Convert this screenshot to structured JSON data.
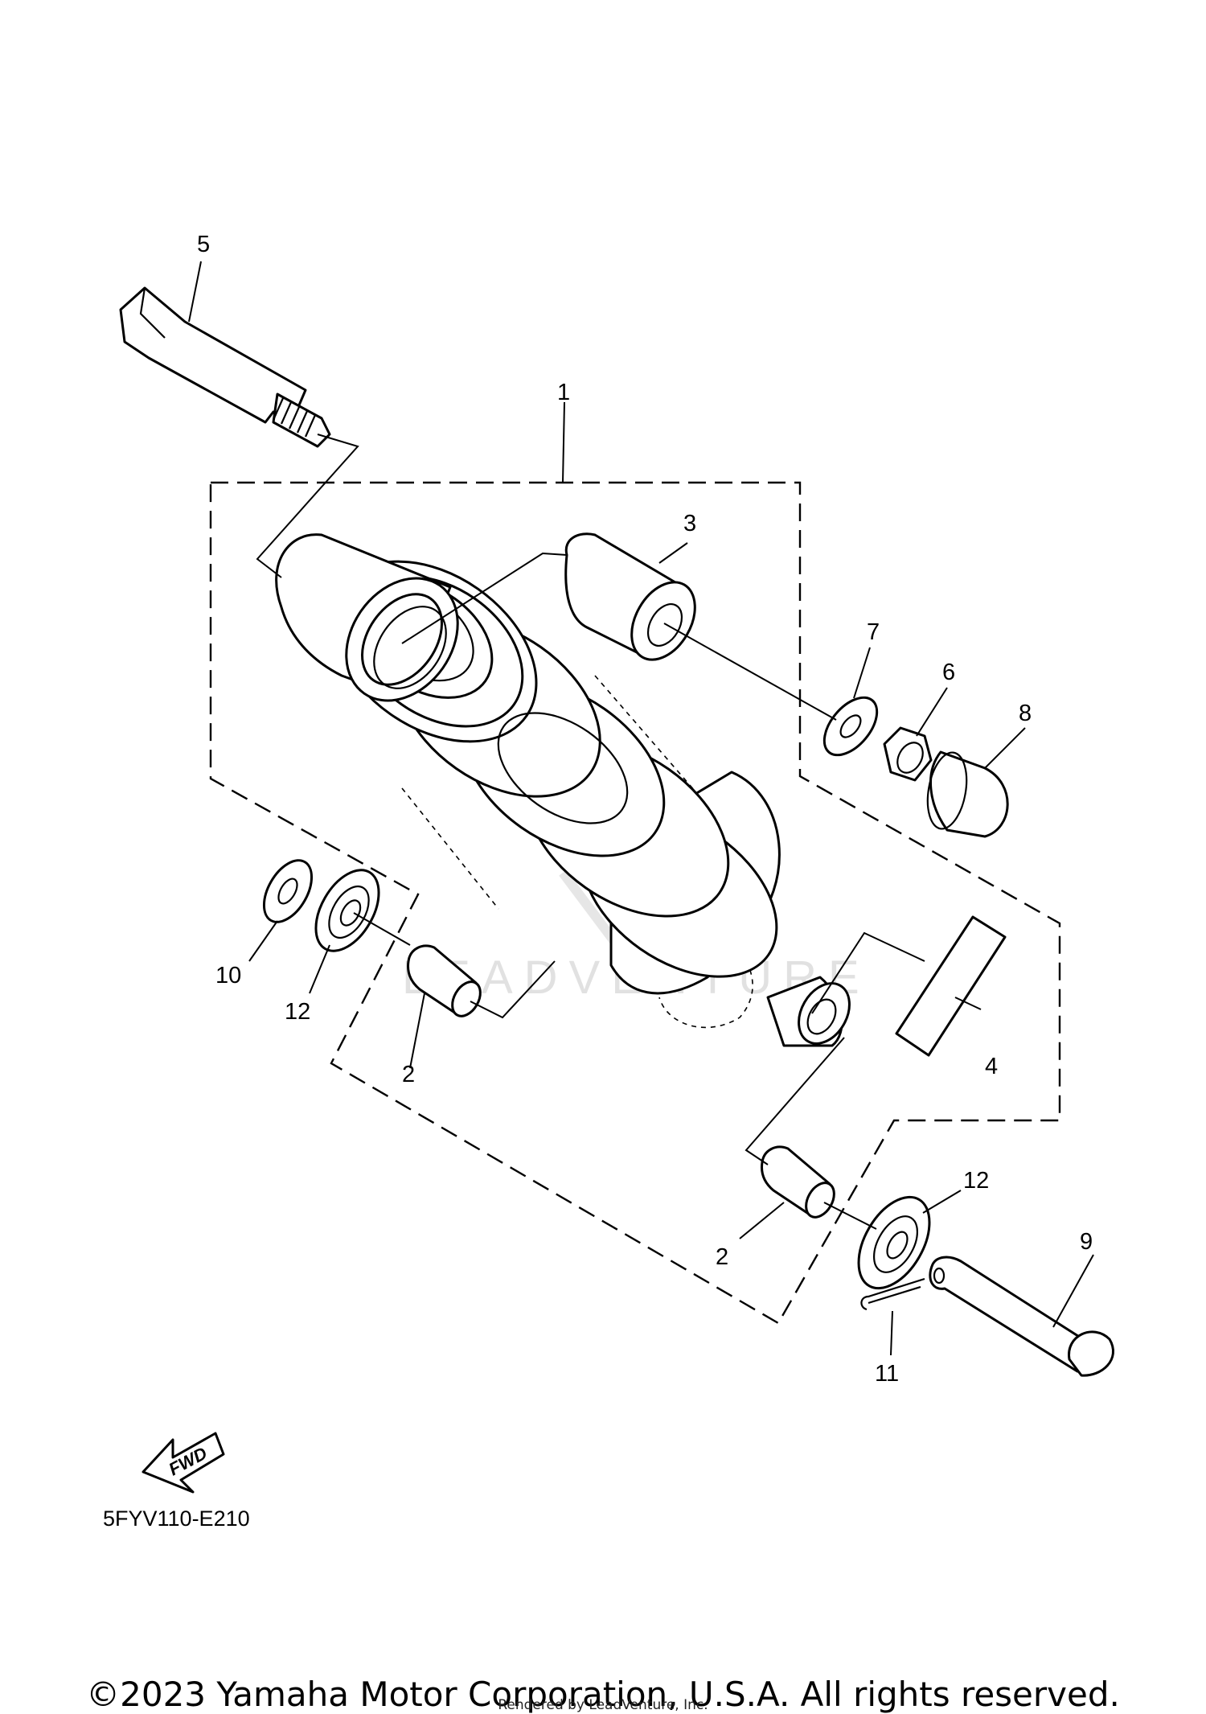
{
  "diagram": {
    "callouts": {
      "c1": "1",
      "c2a": "2",
      "c2b": "2",
      "c3": "3",
      "c4": "4",
      "c5": "5",
      "c6": "6",
      "c7": "7",
      "c8": "8",
      "c9": "9",
      "c10": "10",
      "c11": "11",
      "c12a": "12",
      "c12b": "12"
    },
    "fwd_label": "FWD",
    "diagram_code": "5FYV110-E210",
    "watermark": "LEADVENTURE"
  },
  "footer": {
    "copyright": "©2023 Yamaha Motor Corporation, U.S.A. All rights reserved.",
    "rendered_by": "Rendered by LeadVenture, Inc."
  }
}
